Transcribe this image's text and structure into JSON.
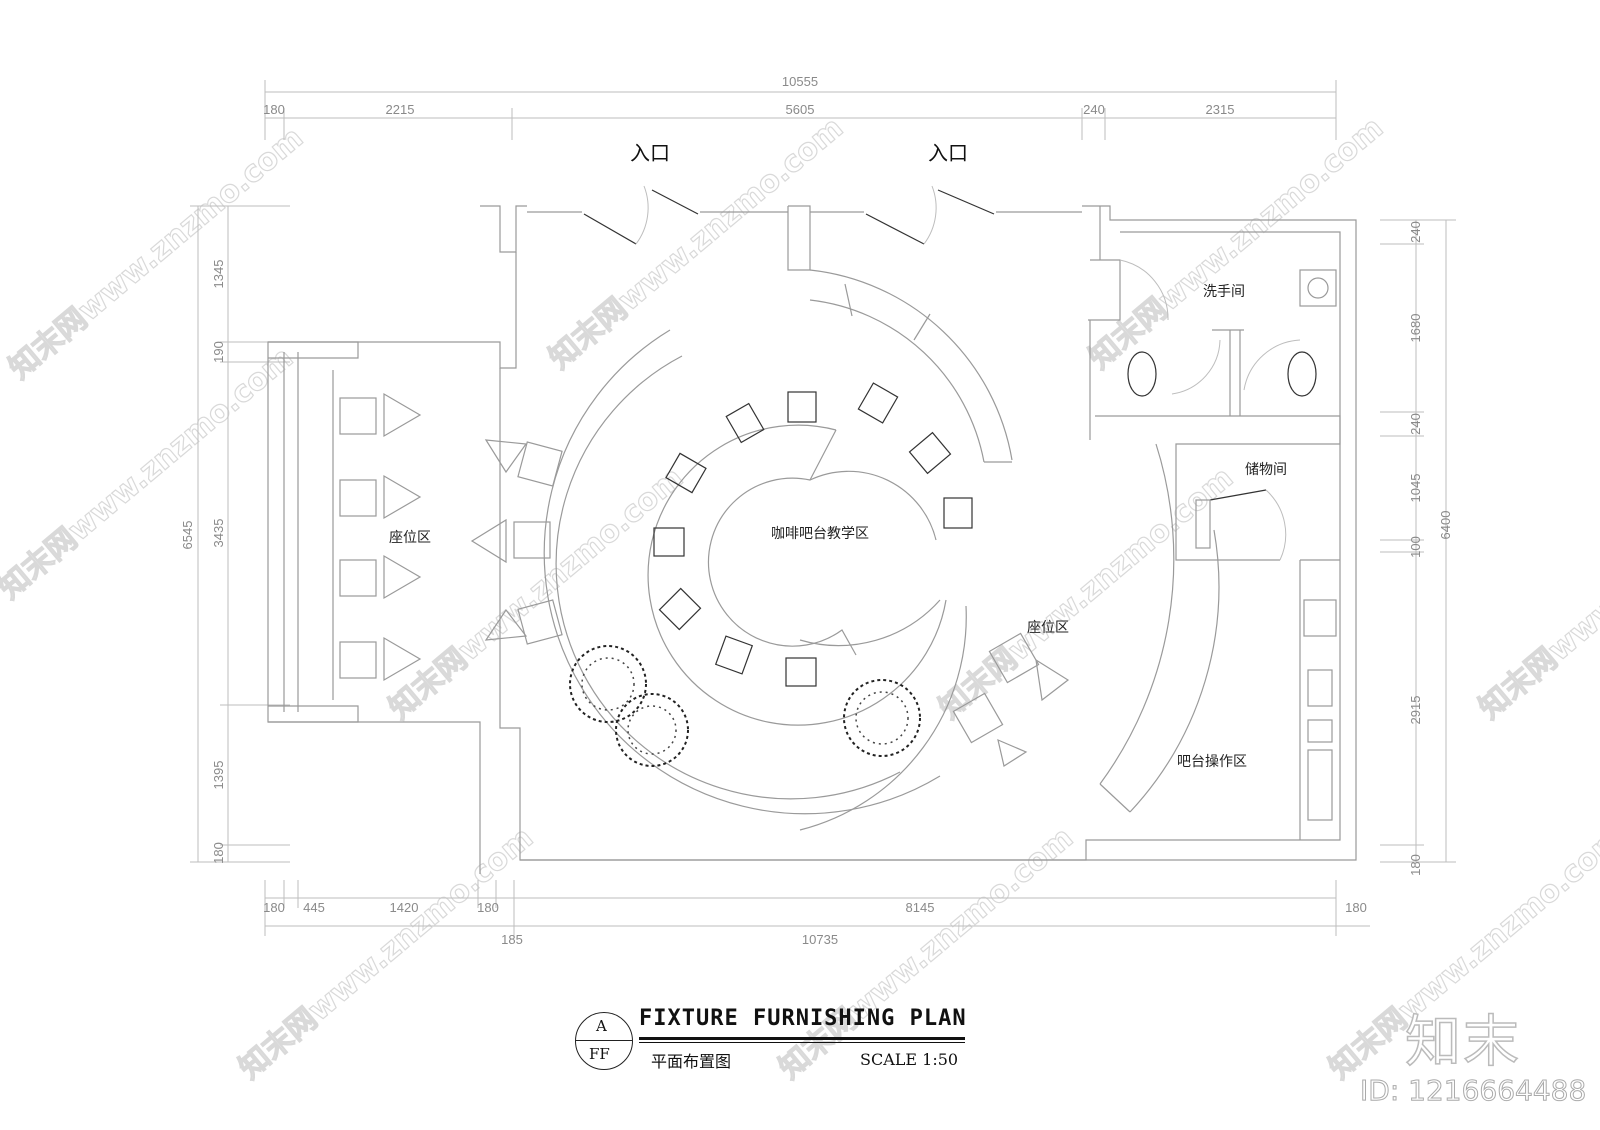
{
  "dimensions": {
    "top_total": "10555",
    "top_segments": [
      "180",
      "2215",
      "5605",
      "240",
      "2315"
    ],
    "left_total": "6545",
    "left_segments": [
      "1345",
      "190",
      "3435",
      "1395",
      "180"
    ],
    "right_total": "6400",
    "right_segments": [
      "240",
      "1680",
      "240",
      "1045",
      "100",
      "2915",
      "180"
    ],
    "bottom_segments": [
      "180",
      "445",
      "1420",
      "180",
      "8145",
      "180"
    ],
    "bottom_offset": "185",
    "bottom_total": "10735"
  },
  "labels": {
    "entry_left": "入口",
    "entry_right": "入口",
    "seating_left": "座位区",
    "coffee_teaching": "咖啡吧台教学区",
    "restroom": "洗手间",
    "storage": "储物间",
    "seating_right": "座位区",
    "bar_operation": "吧台操作区"
  },
  "title_block": {
    "ref_letter": "A",
    "ref_code": "FF",
    "title": "FIXTURE FURNISHING PLAN",
    "subtitle_cn": "平面布置图",
    "scale": "SCALE 1:50"
  },
  "branding": {
    "logo_text": "知末",
    "id_text": "ID: 1216664488",
    "watermark": "知末网www.znzmo.com"
  }
}
